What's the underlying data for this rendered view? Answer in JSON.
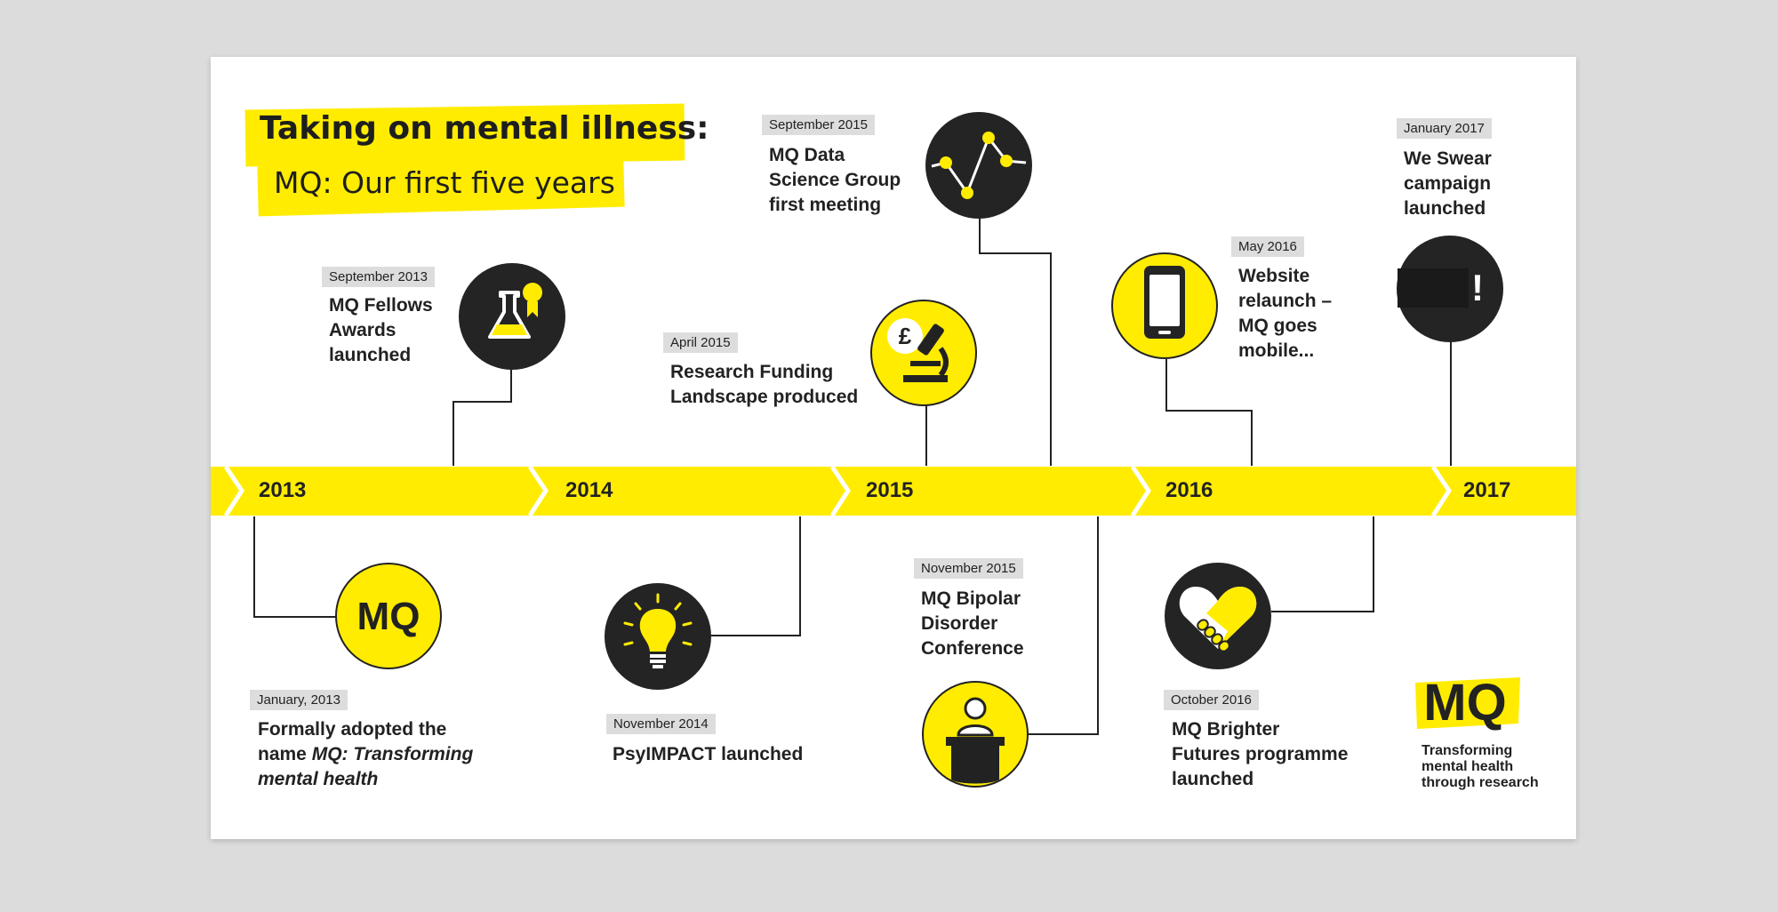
{
  "title": {
    "line1": "Taking on mental illness:",
    "line2": "MQ: Our first five years"
  },
  "years": [
    "2013",
    "2014",
    "2015",
    "2016",
    "2017"
  ],
  "events": {
    "sep2013": {
      "date": "September 2013",
      "text": [
        "MQ Fellows",
        "Awards",
        "launched"
      ]
    },
    "jan2013": {
      "date": "January, 2013",
      "line1": "Formally adopted the",
      "line2_prefix": "name ",
      "line2_italic": "MQ: Transforming",
      "line3_italic": "mental health"
    },
    "apr2015": {
      "date": "April 2015",
      "text": [
        "Research Funding",
        "Landscape produced"
      ]
    },
    "nov2014": {
      "date": "November 2014",
      "text": [
        "PsyIMPACT launched"
      ]
    },
    "sep2015": {
      "date": "September 2015",
      "text": [
        "MQ Data",
        "Science Group",
        "first meeting"
      ]
    },
    "nov2015": {
      "date": "November 2015",
      "text": [
        "MQ Bipolar",
        "Disorder",
        "Conference"
      ]
    },
    "may2016": {
      "date": "May 2016",
      "text": [
        "Website",
        "relaunch –",
        "MQ goes",
        "mobile..."
      ]
    },
    "oct2016": {
      "date": "October 2016",
      "text": [
        "MQ Brighter",
        "Futures programme",
        "launched"
      ]
    },
    "jan2017": {
      "date": "January 2017",
      "text": [
        "We Swear",
        "campaign",
        "launched"
      ]
    }
  },
  "icons": {
    "mq_letters": "MQ",
    "pound_symbol": "£",
    "exclamation": "!"
  },
  "logo": {
    "letters": "MQ",
    "tagline": [
      "Transforming",
      "mental health",
      "through research"
    ]
  },
  "colors": {
    "accent_yellow": "#ffec00",
    "dark": "#242424",
    "line": "#222222",
    "background": "#dcdcdc"
  }
}
